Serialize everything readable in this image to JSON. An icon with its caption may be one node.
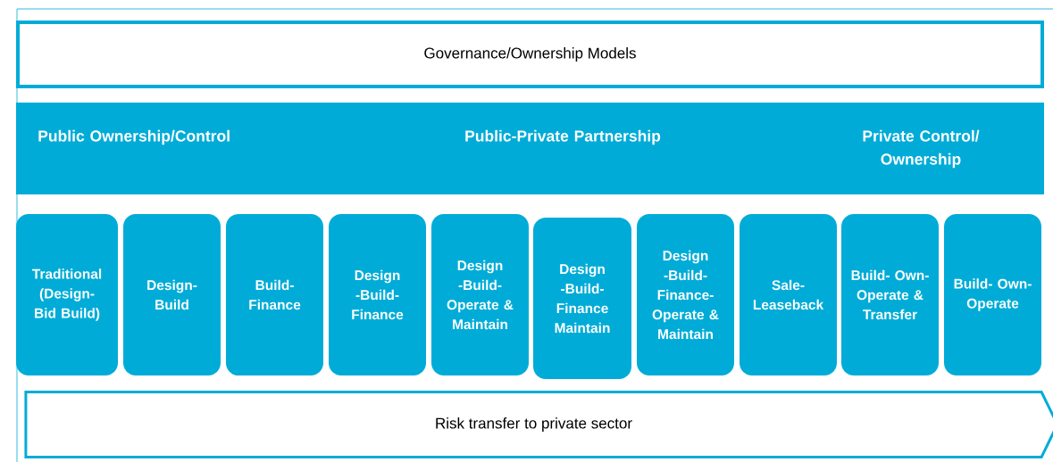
{
  "diagram": {
    "nodes": [
      {
        "text": [
          "Governance/Ownership Models"
        ]
      },
      {
        "text": [
          "Public Ownership/Control",
          "Public-Private Partnership",
          "Private Control/ Ownership"
        ]
      },
      {
        "text": [
          "Traditional (Design-Bid Build)"
        ]
      },
      {
        "text": [
          "Design- Build"
        ]
      },
      {
        "text": [
          "Build- Finance"
        ]
      },
      {
        "text": [
          "Design -Build- Finance"
        ]
      },
      {
        "text": [
          "Design -Build- Operate & Maintain"
        ]
      },
      {
        "text": [
          "Design -Build- Finance Maintain"
        ]
      },
      {
        "text": [
          "Design -Build- Finance- Operate & Maintain"
        ]
      },
      {
        "text": [
          "Sale- Leaseback"
        ]
      },
      {
        "text": [
          "Build- Own- Operate & Transfer"
        ]
      },
      {
        "text": [
          "Build- Own- Operate"
        ]
      },
      {
        "text": [
          "Risk transfer to private sector"
        ]
      }
    ]
  }
}
